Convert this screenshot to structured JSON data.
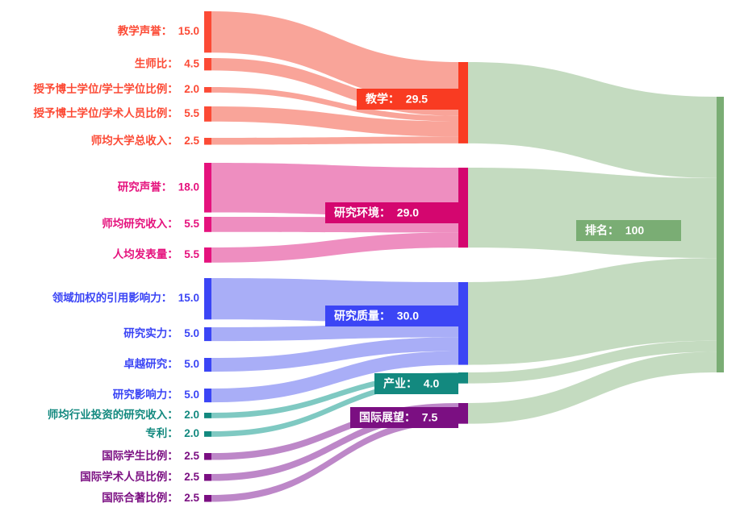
{
  "chart_data": {
    "type": "sankey",
    "title": "",
    "label_separator": "：",
    "nodes": [
      {
        "id": "teaching_reputation",
        "label": "教学声誉",
        "value": 15.0,
        "color": "#fc4a35",
        "column": 0
      },
      {
        "id": "student_staff_ratio",
        "label": "生师比",
        "value": 4.5,
        "color": "#fc4a35",
        "column": 0
      },
      {
        "id": "doctorate_bachelor_ratio",
        "label": "授予博士学位/学士学位比例",
        "value": 2.0,
        "color": "#fc4a35",
        "column": 0
      },
      {
        "id": "doctorate_staff_ratio",
        "label": "授予博士学位/学术人员比例",
        "value": 5.5,
        "color": "#fc4a35",
        "column": 0
      },
      {
        "id": "institutional_income",
        "label": "师均大学总收入",
        "value": 2.5,
        "color": "#fc4a35",
        "column": 0
      },
      {
        "id": "research_reputation",
        "label": "研究声誉",
        "value": 18.0,
        "color": "#e5127d",
        "column": 0
      },
      {
        "id": "research_income",
        "label": "师均研究收入",
        "value": 5.5,
        "color": "#e5127d",
        "column": 0
      },
      {
        "id": "publications_per_staff",
        "label": "人均发表量",
        "value": 5.5,
        "color": "#e5127d",
        "column": 0
      },
      {
        "id": "field_weighted_citation",
        "label": "领域加权的引用影响力",
        "value": 15.0,
        "color": "#3b45f5",
        "column": 0
      },
      {
        "id": "research_strength",
        "label": "研究实力",
        "value": 5.0,
        "color": "#3b45f5",
        "column": 0
      },
      {
        "id": "research_excellence",
        "label": "卓越研究",
        "value": 5.0,
        "color": "#3b45f5",
        "column": 0
      },
      {
        "id": "research_influence",
        "label": "研究影响力",
        "value": 5.0,
        "color": "#3b45f5",
        "column": 0
      },
      {
        "id": "industry_income",
        "label": "师均行业投资的研究收入",
        "value": 2.0,
        "color": "#13897f",
        "column": 0
      },
      {
        "id": "patents",
        "label": "专利",
        "value": 2.0,
        "color": "#13897f",
        "column": 0
      },
      {
        "id": "international_students",
        "label": "国际学生比例",
        "value": 2.5,
        "color": "#7b0f82",
        "column": 0
      },
      {
        "id": "international_staff",
        "label": "国际学术人员比例",
        "value": 2.5,
        "color": "#7b0f82",
        "column": 0
      },
      {
        "id": "international_coauthor",
        "label": "国际合著比例",
        "value": 2.5,
        "color": "#7b0f82",
        "column": 0
      },
      {
        "id": "teaching",
        "label": "教学",
        "value": 29.5,
        "color": "#f93b22",
        "column": 1
      },
      {
        "id": "research_env",
        "label": "研究环境",
        "value": 29.0,
        "color": "#d4066f",
        "column": 1
      },
      {
        "id": "research_quality",
        "label": "研究质量",
        "value": 30.0,
        "color": "#3b45f5",
        "column": 1
      },
      {
        "id": "industry",
        "label": "产业",
        "value": 4.0,
        "color": "#13897f",
        "column": 1
      },
      {
        "id": "international_outlook",
        "label": "国际展望",
        "value": 7.5,
        "color": "#7b0f82",
        "column": 1
      },
      {
        "id": "ranking",
        "label": "排名",
        "value": 100,
        "color": "#7aad74",
        "column": 2
      }
    ],
    "links": [
      {
        "source": "teaching_reputation",
        "target": "teaching",
        "value": 15.0,
        "color": "#f9a499"
      },
      {
        "source": "student_staff_ratio",
        "target": "teaching",
        "value": 4.5,
        "color": "#f9a499"
      },
      {
        "source": "doctorate_bachelor_ratio",
        "target": "teaching",
        "value": 2.0,
        "color": "#f9a499"
      },
      {
        "source": "doctorate_staff_ratio",
        "target": "teaching",
        "value": 5.5,
        "color": "#f9a499"
      },
      {
        "source": "institutional_income",
        "target": "teaching",
        "value": 2.5,
        "color": "#f9a499"
      },
      {
        "source": "research_reputation",
        "target": "research_env",
        "value": 18.0,
        "color": "#ee8ec0"
      },
      {
        "source": "research_income",
        "target": "research_env",
        "value": 5.5,
        "color": "#ee8ec0"
      },
      {
        "source": "publications_per_staff",
        "target": "research_env",
        "value": 5.5,
        "color": "#ee8ec0"
      },
      {
        "source": "field_weighted_citation",
        "target": "research_quality",
        "value": 15.0,
        "color": "#a9aef7"
      },
      {
        "source": "research_strength",
        "target": "research_quality",
        "value": 5.0,
        "color": "#a9aef7"
      },
      {
        "source": "research_excellence",
        "target": "research_quality",
        "value": 5.0,
        "color": "#a9aef7"
      },
      {
        "source": "research_influence",
        "target": "research_quality",
        "value": 5.0,
        "color": "#a9aef7"
      },
      {
        "source": "industry_income",
        "target": "industry",
        "value": 2.0,
        "color": "#7fc9c2"
      },
      {
        "source": "patents",
        "target": "industry",
        "value": 2.0,
        "color": "#7fc9c2"
      },
      {
        "source": "international_students",
        "target": "international_outlook",
        "value": 2.5,
        "color": "#bd87c8"
      },
      {
        "source": "international_staff",
        "target": "international_outlook",
        "value": 2.5,
        "color": "#bd87c8"
      },
      {
        "source": "international_coauthor",
        "target": "international_outlook",
        "value": 2.5,
        "color": "#bd87c8"
      },
      {
        "source": "teaching",
        "target": "ranking",
        "value": 29.5,
        "color": "#c4dbc0"
      },
      {
        "source": "research_env",
        "target": "ranking",
        "value": 29.0,
        "color": "#c4dbc0"
      },
      {
        "source": "research_quality",
        "target": "ranking",
        "value": 30.0,
        "color": "#c4dbc0"
      },
      {
        "source": "industry",
        "target": "ranking",
        "value": 4.0,
        "color": "#c4dbc0"
      },
      {
        "source": "international_outlook",
        "target": "ranking",
        "value": 7.5,
        "color": "#c4dbc0"
      }
    ]
  },
  "labels": {
    "teaching_reputation": "教学声誉：  15.0",
    "student_staff_ratio": "生师比：  4.5",
    "doctorate_bachelor_ratio": "授予博士学位/学士学位比例：  2.0",
    "doctorate_staff_ratio": "授予博士学位/学术人员比例：  5.5",
    "institutional_income": "师均大学总收入：  2.5",
    "research_reputation": "研究声誉：  18.0",
    "research_income": "师均研究收入：  5.5",
    "publications_per_staff": "人均发表量：  5.5",
    "field_weighted_citation": "领域加权的引用影响力：  15.0",
    "research_strength": "研究实力：  5.0",
    "research_excellence": "卓越研究：  5.0",
    "research_influence": "研究影响力：  5.0",
    "industry_income": "师均行业投资的研究收入：  2.0",
    "patents": "专利：  2.0",
    "international_students": "国际学生比例：  2.5",
    "international_staff": "国际学术人员比例：  2.5",
    "international_coauthor": "国际合著比例：  2.5",
    "teaching": "教学：  29.5",
    "research_env": "研究环境：  29.0",
    "research_quality": "研究质量：  30.0",
    "industry": "产业：  4.0",
    "international_outlook": "国际展望：  7.5",
    "ranking": "排名：  100"
  }
}
